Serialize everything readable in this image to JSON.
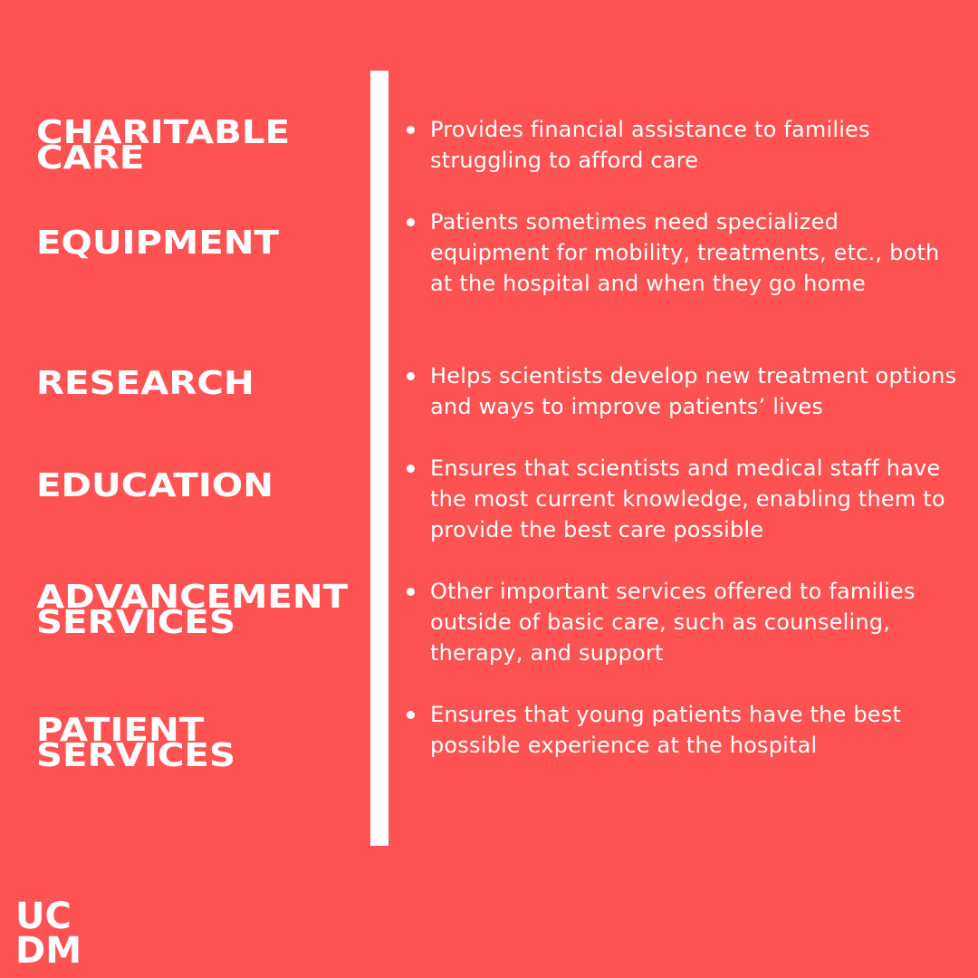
{
  "rows": [
    {
      "heading": "CHARITABLE\nCARE",
      "description": "Provides financial assistance to families struggling to afford care"
    },
    {
      "heading": "EQUIPMENT",
      "description": "Patients sometimes need specialized equipment for mobility, treatments, etc., both at the hospital and when they go home"
    },
    {
      "heading": "RESEARCH",
      "description": "Helps scientists develop new treatment options and ways to improve patients’ lives"
    },
    {
      "heading": "EDUCATION",
      "description": "Ensures that scientists and medical staff have the most current knowledge, enabling them to provide the best care possible"
    },
    {
      "heading": "ADVANCEMENT\nSERVICES",
      "description": "Other important services offered to families outside of basic care, such as counseling, therapy, and support"
    },
    {
      "heading": "PATIENT\nSERVICES",
      "description": "Ensures that young patients have the best possible experience at the hospital"
    }
  ],
  "logo": {
    "text": "UC\nDM"
  },
  "colors": {
    "background": "#ff5252",
    "foreground": "#ffffff"
  }
}
